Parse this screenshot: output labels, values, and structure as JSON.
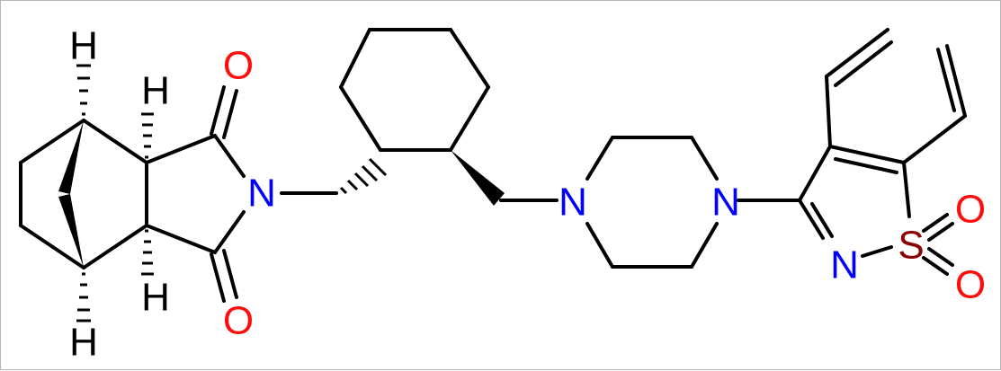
{
  "structure": {
    "colors": {
      "carbon": "#000000",
      "hydrogen": "#000000",
      "oxygen": "#ff0d0d",
      "nitrogen": "#0000ff",
      "sulfur": "#8b0000"
    },
    "labels": {
      "h_top": "H",
      "h_inner_top": "H",
      "h_inner_bottom": "H",
      "h_bottom": "H",
      "o_imide_top": "O",
      "o_imide_bottom": "O",
      "n_imide": "N",
      "n_pip_left": "N",
      "n_pip_right": "N",
      "n_isothiazole": "N",
      "s_isothiazole": "S",
      "o_sulfonyl_top": "O",
      "o_sulfonyl_bottom": "O"
    }
  }
}
